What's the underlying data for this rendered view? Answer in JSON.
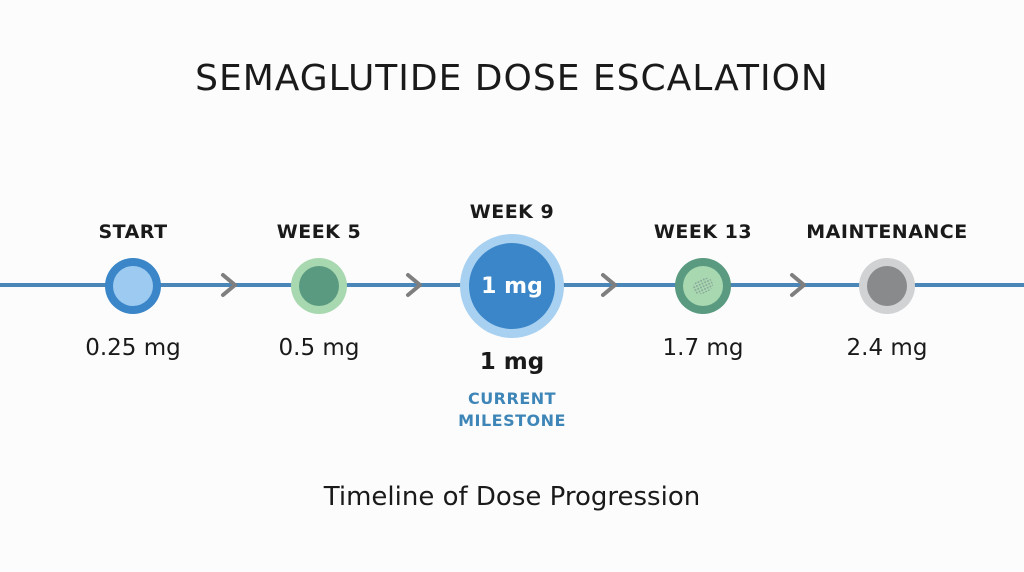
{
  "title": "SEMAGLUTIDE DOSE ESCALATION",
  "subtitle": "Timeline of Dose Progression",
  "colors": {
    "timeline": "#4a86b8",
    "chevron": "#7f7f7f",
    "accent": "#3f86b8",
    "text": "#1a1a1a"
  },
  "milestones": [
    {
      "label": "START",
      "dose": "0.25 mg",
      "status": "completed",
      "ring_color": "#3a86c8",
      "fill_color": "#9dcaf0"
    },
    {
      "label": "WEEK 5",
      "dose": "0.5 mg",
      "status": "completed",
      "ring_color": "#a8d8b0",
      "fill_color": "#5a9a80"
    },
    {
      "label": "WEEK 9",
      "dose": "1 mg",
      "node_text": "1 mg",
      "status": "current",
      "tag_line1": "CURRENT",
      "tag_line2": "MILESTONE",
      "ring_color": "#a8d0f0",
      "fill_color": "#3a86c8"
    },
    {
      "label": "WEEK 13",
      "dose": "1.7 mg",
      "status": "upcoming",
      "ring_color": "#5a9a80",
      "fill_color": "#a8d8b0"
    },
    {
      "label": "MAINTENANCE",
      "dose": "2.4 mg",
      "status": "upcoming",
      "ring_color": "#d0d2d4",
      "fill_color": "#888a8c"
    }
  ],
  "arrows": [
    {
      "icon": "chevron-right-icon"
    },
    {
      "icon": "chevron-right-icon"
    },
    {
      "icon": "chevron-right-icon"
    },
    {
      "icon": "chevron-right-icon"
    }
  ]
}
